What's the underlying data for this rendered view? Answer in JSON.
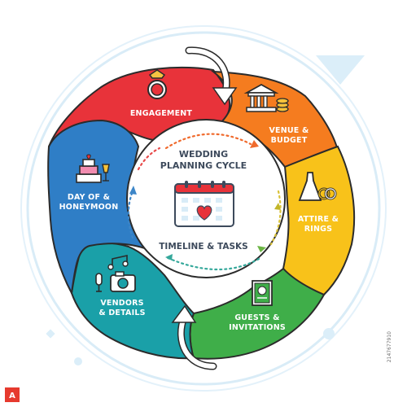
{
  "center": {
    "title": "WEDDING\nPLANNING CYCLE",
    "subtitle": "TIMELINE & TASKS"
  },
  "stages": {
    "engagement": "ENGAGEMENT",
    "venue": "VENUE &\nBUDGET",
    "attire": "ATTIRE &\nRINGS",
    "guests": "GUESTS &\nINVITATIONS",
    "vendors": "VENDORS\n& DETAILS",
    "dayof": "DAY OF &\nHONEYMOON"
  },
  "colors": {
    "engagement": "#e8333a",
    "venue": "#f57c1f",
    "attire": "#f8c21a",
    "guests": "#3fae49",
    "vendors": "#1aa0a8",
    "dayof": "#2f7ec6",
    "outline": "#2b2b2b",
    "ring_light": "#d9ecf7",
    "center_text": "#3d4a5c"
  },
  "icons": {
    "engagement": "ring-icon",
    "venue": "bank-coins-icon",
    "attire": "dress-rings-icon",
    "guests": "invitation-card-icon",
    "vendors": "camera-music-icon",
    "dayof": "cake-glasses-icon",
    "center": "calendar-heart-icon"
  },
  "watermark": "2147677910"
}
